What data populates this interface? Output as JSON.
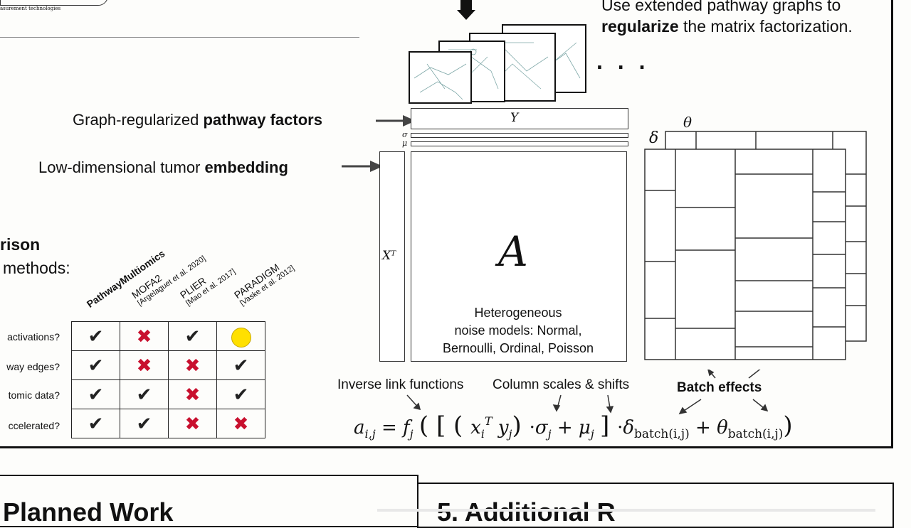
{
  "top_fragment": "asurement technologies",
  "regularize_text": {
    "line1": "Use extended pathway graphs to",
    "bold": "regularize",
    "rest": " the matrix factorization."
  },
  "ellipsis": ". . .",
  "pathway_label": {
    "normal": "Graph-regularized ",
    "bold": "pathway factors"
  },
  "embedding_label": {
    "normal": "Low-dimensional tumor ",
    "bold": "embedding"
  },
  "symbols": {
    "Y": "Y",
    "sigma": "σ",
    "mu": "μ",
    "XT": "Xᵀ",
    "A": "A",
    "theta": "θ",
    "delta": "δ"
  },
  "noise_text": [
    "Heterogeneous",
    "noise models: Normal,",
    "Bernoulli, Ordinal, Poisson"
  ],
  "annotations": {
    "inverse_link": "Inverse link functions",
    "column_scales": "Column scales & shifts",
    "batch_effects": "Batch effects"
  },
  "formula": "a_{i,j} = f_j ( [ (x_i^T y_j) · σ_j + μ_j ] · δ_batch(i,j) + θ_batch(i,j) )",
  "comparison": {
    "title_fragment": "rison",
    "subtitle_fragment": "methods:",
    "columns": [
      {
        "name": "PathwayMultiomics",
        "cite": ""
      },
      {
        "name": "MOFA2",
        "cite": "[Argelaguet et al. 2020]"
      },
      {
        "name": "PLIER",
        "cite": "[Mao et al. 2017]"
      },
      {
        "name": "PARADIGM",
        "cite": "[Vaske et al. 2012]"
      }
    ],
    "rows": [
      {
        "question": "activations?",
        "cells": [
          "check",
          "cross",
          "check",
          "partial"
        ]
      },
      {
        "question": "way edges?",
        "cells": [
          "check",
          "cross",
          "cross",
          "check"
        ]
      },
      {
        "question": "tomic data?",
        "cells": [
          "check",
          "check",
          "cross",
          "check"
        ]
      },
      {
        "question": "ccelerated?",
        "cells": [
          "check",
          "check",
          "cross",
          "cross"
        ]
      }
    ]
  },
  "bottom_left_heading": "Planned Work",
  "bottom_right_heading": "5. Additional R",
  "colors": {
    "cross": "#c8102e",
    "partial": "#ffe000",
    "frame": "#111111"
  }
}
